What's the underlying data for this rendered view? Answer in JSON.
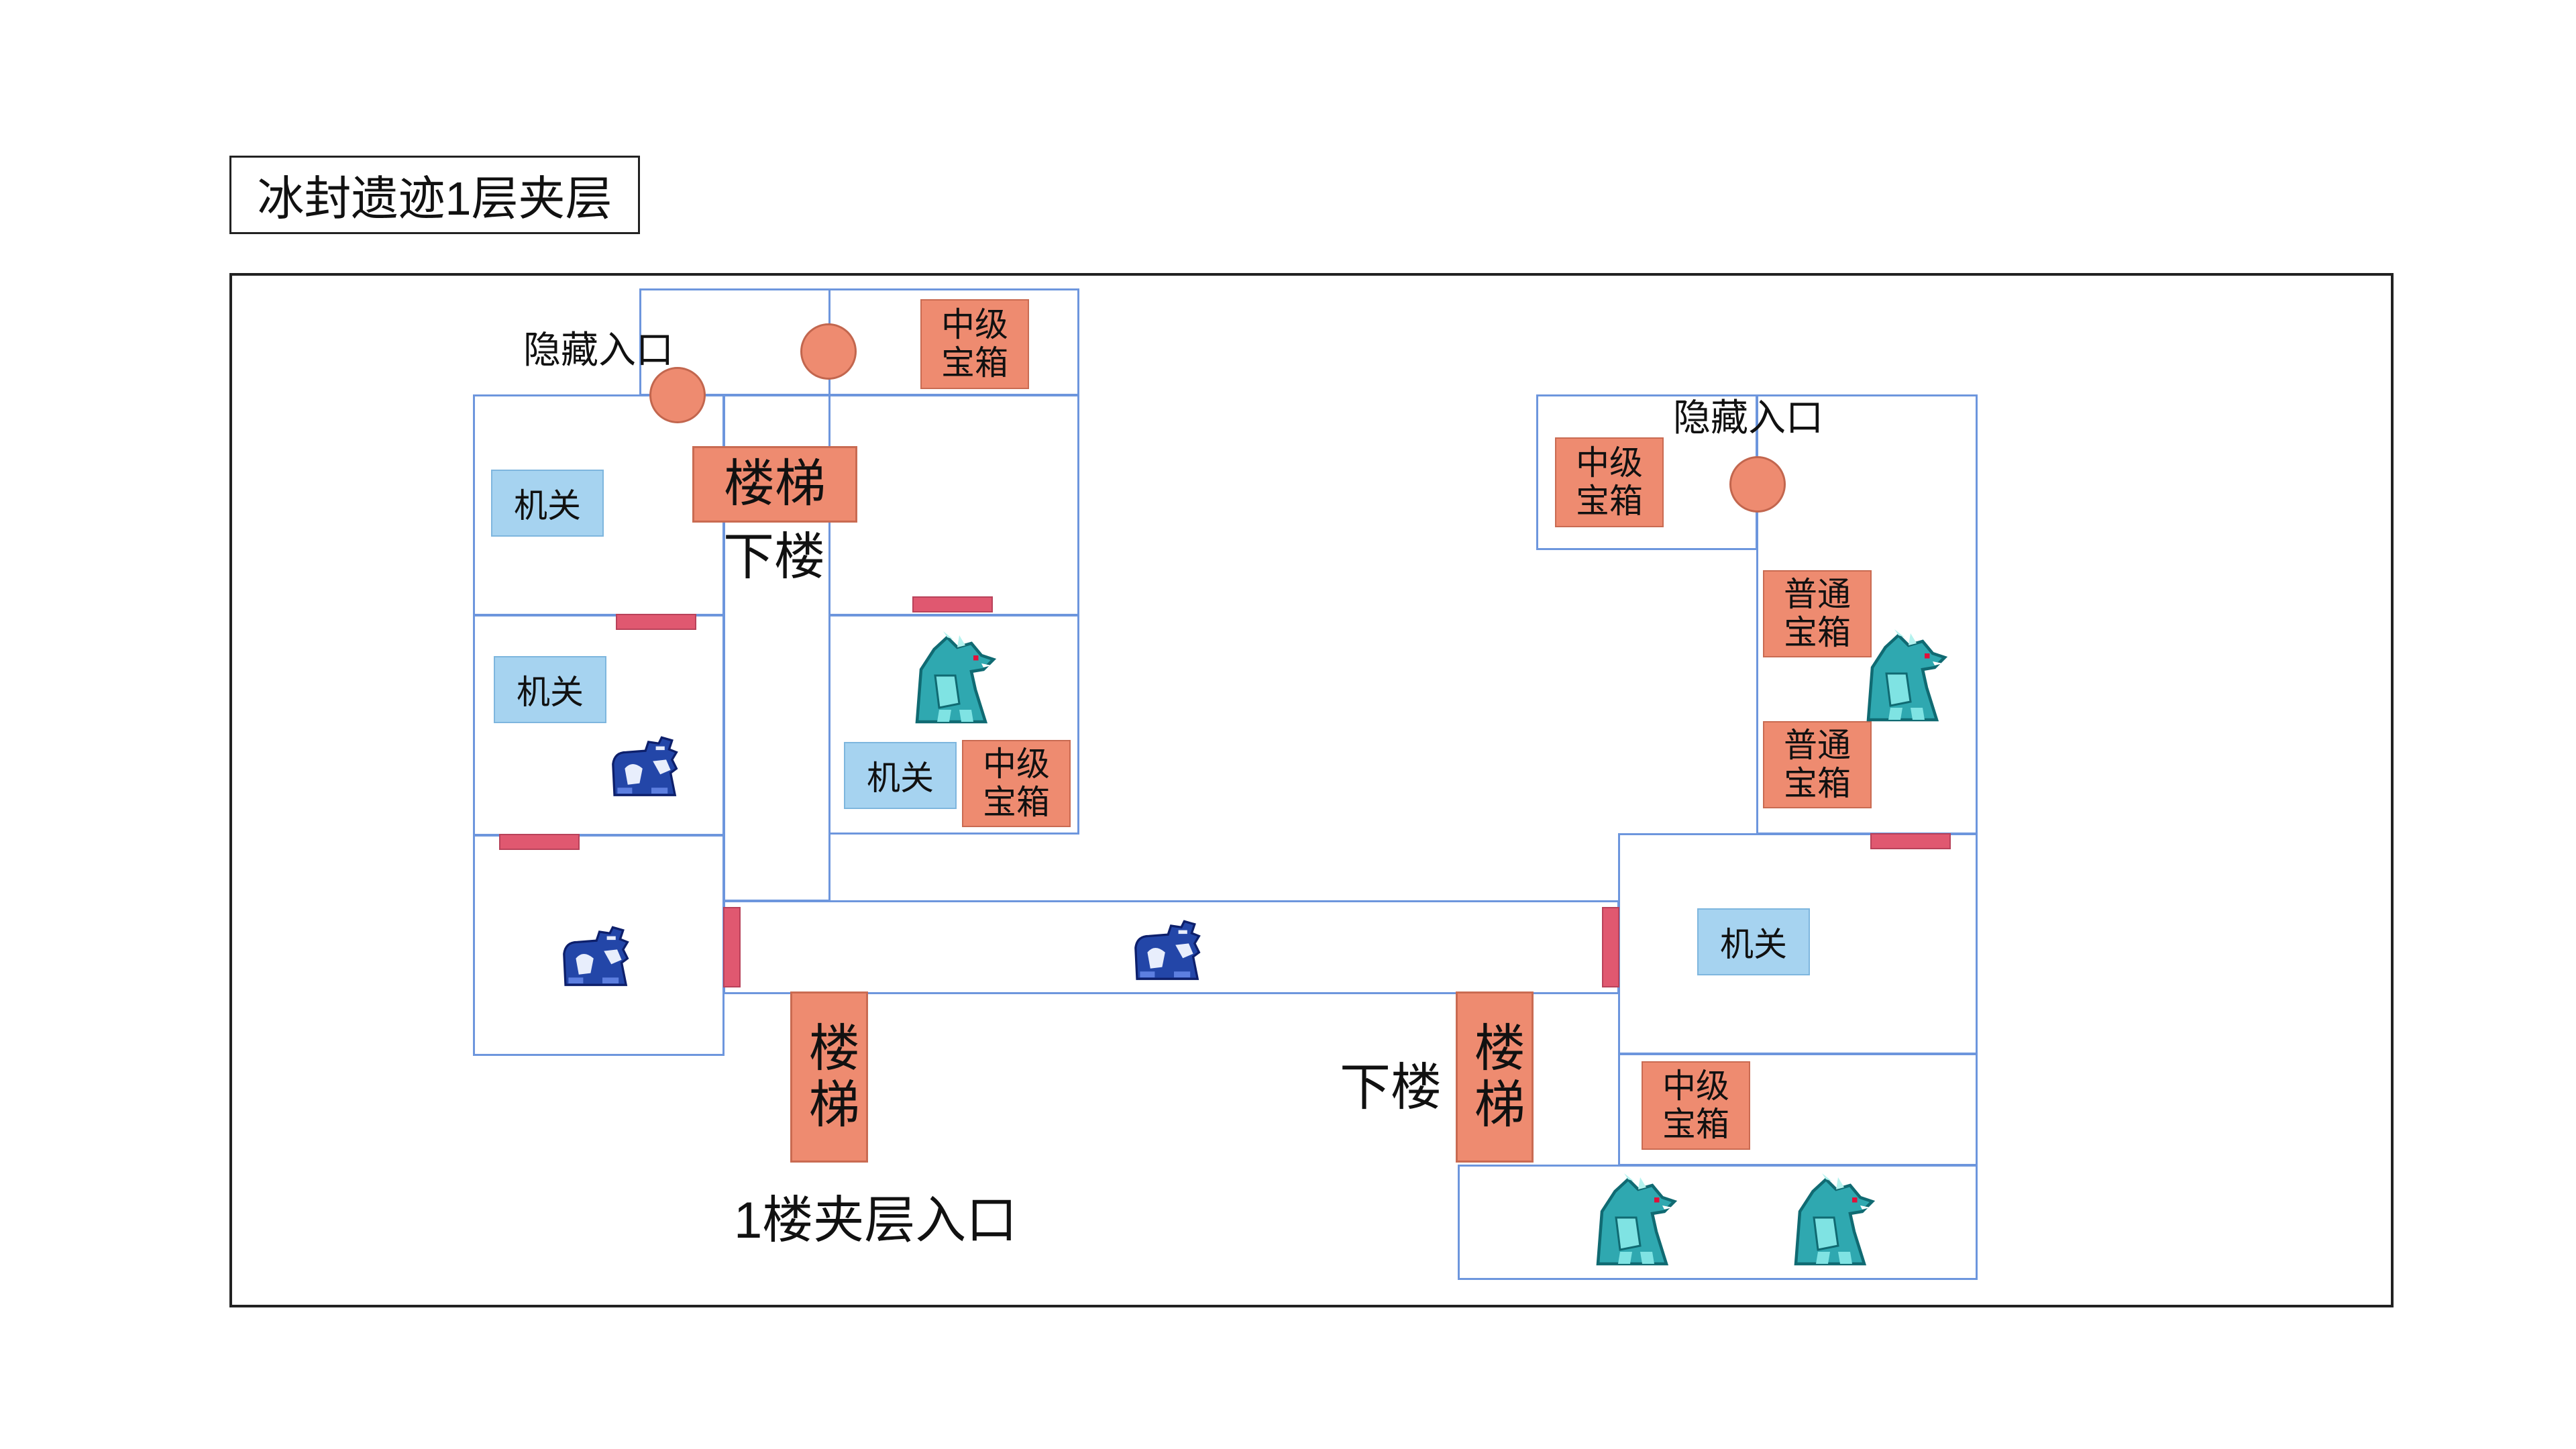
{
  "map": {
    "title": "冰封遗迹1层夹层"
  },
  "labels": {
    "hidden_entrance": "隐藏入口",
    "go_down": "下楼",
    "floor1_entrance": "1楼夹层入口"
  },
  "stairs": {
    "label": "楼梯"
  },
  "chests": {
    "mid": "中级\n宝箱",
    "normal": "普通\n宝箱"
  },
  "switches": {
    "label": "机关"
  },
  "icons": {
    "portal": "hidden-portal-icon",
    "door": "door-marker",
    "dragon": "ice-dragon-icon",
    "beast": "ice-beast-icon"
  },
  "colors": {
    "room_border": "#6d96dd",
    "chest_fill": "#ee8b70",
    "switch_fill": "#a6d3f0",
    "door_fill": "#e05870",
    "dragon_body": "#2fa8b0",
    "beast_body": "#2346a8"
  }
}
